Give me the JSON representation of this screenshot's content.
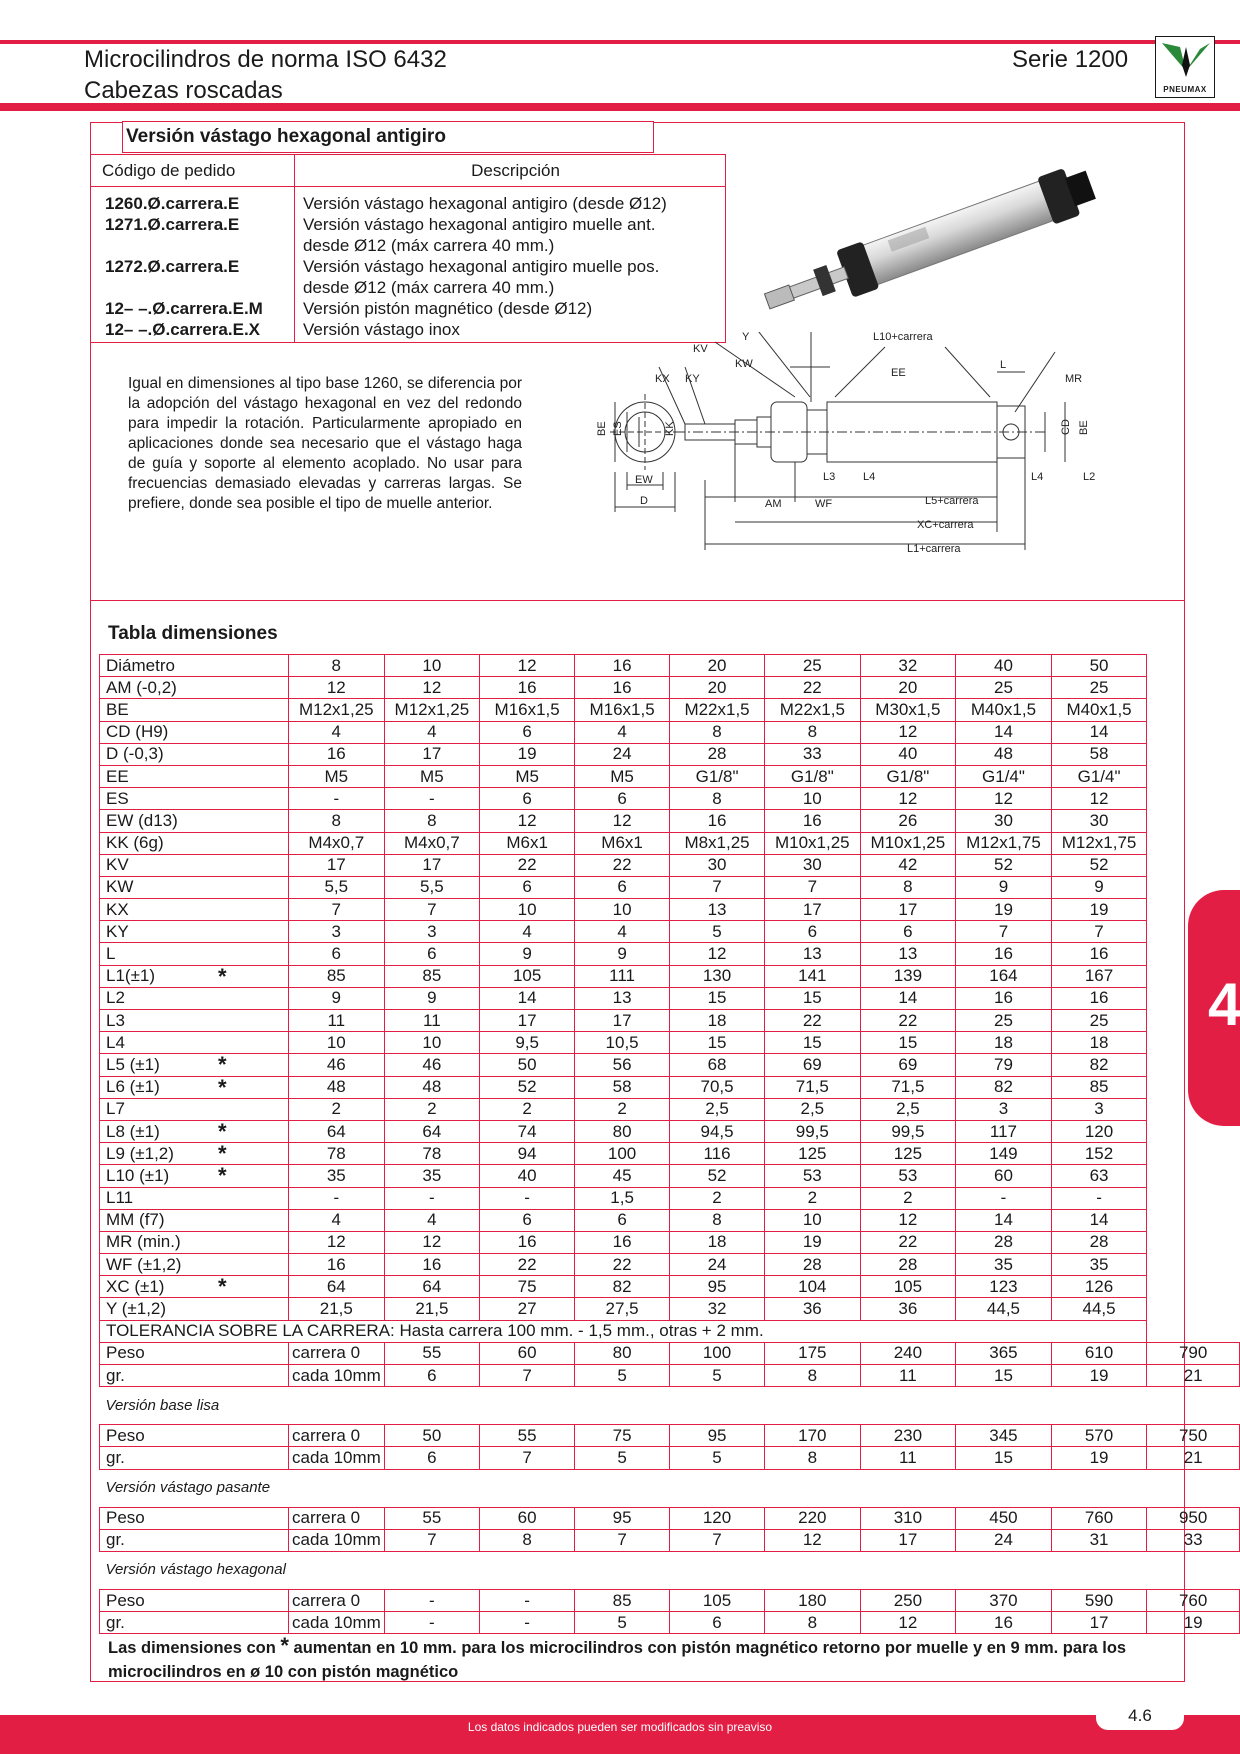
{
  "header": {
    "title_line1": "Microcilindros de norma ISO 6432",
    "title_line2": "Cabezas roscadas",
    "serie": "Serie 1200",
    "logo_text": "PNEUMAX"
  },
  "version_title": "Versión vástago hexagonal antigiro",
  "order_table": {
    "col_code": "Código de pedido",
    "col_desc": "Descripción",
    "rows": [
      {
        "code": "1260.Ø.carrera.E",
        "desc": "Versión vástago hexagonal antigiro (desde Ø12)"
      },
      {
        "code": "1271.Ø.carrera.E",
        "desc": "Versión vástago hexagonal antigiro muelle ant. desde Ø12 (máx carrera 40 mm.)"
      },
      {
        "code": "1272.Ø.carrera.E",
        "desc": "Versión vástago hexagonal antigiro muelle pos. desde Ø12 (máx carrera 40 mm.)"
      },
      {
        "code": "12– –.Ø.carrera.E.M",
        "desc": "Versión pistón magnético (desde Ø12)"
      },
      {
        "code": "12– –.Ø.carrera.E.X",
        "desc": "Versión vástago inox"
      }
    ]
  },
  "description_text": "Igual en dimensiones al tipo base 1260, se diferencia por la adopción del vástago hexagonal en vez del redondo para impedir la rotación. Particularmente apropiado en aplicaciones donde sea necesario que el vástago haga de guía y soporte al elemento acoplado. No usar para frecuencias demasiado elevadas y carreras largas. Se prefiere, donde sea posible el tipo de muelle anterior.",
  "drawing_labels": {
    "kv": "KV",
    "y": "Y",
    "l10": "L10+carrera",
    "kw": "KW",
    "ee": "EE",
    "l": "L",
    "kx": "KX",
    "ky": "KY",
    "mr": "MR",
    "be": "BE",
    "es": "ES",
    "kk": "KK",
    "cd": "CD",
    "be2": "BE",
    "ew": "EW",
    "d": "D",
    "l3": "L3",
    "l4": "L4",
    "l4b": "L4",
    "l2": "L2",
    "am": "AM",
    "wf": "WF",
    "l5": "L5+carrera",
    "xc": "XC+carrera",
    "l1": "L1+carrera"
  },
  "dims_title": "Tabla dimensiones",
  "star_symbol": "*",
  "dims_rows": [
    {
      "label": "Diámetro",
      "star": false,
      "values": [
        "8",
        "10",
        "12",
        "16",
        "20",
        "25",
        "32",
        "40",
        "50"
      ]
    },
    {
      "label": "AM (-0,2)",
      "star": false,
      "values": [
        "12",
        "12",
        "16",
        "16",
        "20",
        "22",
        "20",
        "25",
        "25"
      ]
    },
    {
      "label": "BE",
      "star": false,
      "values": [
        "M12x1,25",
        "M12x1,25",
        "M16x1,5",
        "M16x1,5",
        "M22x1,5",
        "M22x1,5",
        "M30x1,5",
        "M40x1,5",
        "M40x1,5"
      ]
    },
    {
      "label": "CD (H9)",
      "star": false,
      "values": [
        "4",
        "4",
        "6",
        "4",
        "8",
        "8",
        "12",
        "14",
        "14"
      ]
    },
    {
      "label": "D (-0,3)",
      "star": false,
      "values": [
        "16",
        "17",
        "19",
        "24",
        "28",
        "33",
        "40",
        "48",
        "58"
      ]
    },
    {
      "label": "EE",
      "star": false,
      "values": [
        "M5",
        "M5",
        "M5",
        "M5",
        "G1/8\"",
        "G1/8\"",
        "G1/8\"",
        "G1/4\"",
        "G1/4\""
      ]
    },
    {
      "label": "ES",
      "star": false,
      "values": [
        "-",
        "-",
        "6",
        "6",
        "8",
        "10",
        "12",
        "12",
        "12"
      ]
    },
    {
      "label": "EW (d13)",
      "star": false,
      "values": [
        "8",
        "8",
        "12",
        "12",
        "16",
        "16",
        "26",
        "30",
        "30"
      ]
    },
    {
      "label": "KK (6g)",
      "star": false,
      "values": [
        "M4x0,7",
        "M4x0,7",
        "M6x1",
        "M6x1",
        "M8x1,25",
        "M10x1,25",
        "M10x1,25",
        "M12x1,75",
        "M12x1,75"
      ]
    },
    {
      "label": "KV",
      "star": false,
      "values": [
        "17",
        "17",
        "22",
        "22",
        "30",
        "30",
        "42",
        "52",
        "52"
      ]
    },
    {
      "label": "KW",
      "star": false,
      "values": [
        "5,5",
        "5,5",
        "6",
        "6",
        "7",
        "7",
        "8",
        "9",
        "9"
      ]
    },
    {
      "label": "KX",
      "star": false,
      "values": [
        "7",
        "7",
        "10",
        "10",
        "13",
        "17",
        "17",
        "19",
        "19"
      ]
    },
    {
      "label": "KY",
      "star": false,
      "values": [
        "3",
        "3",
        "4",
        "4",
        "5",
        "6",
        "6",
        "7",
        "7"
      ]
    },
    {
      "label": "L",
      "star": false,
      "values": [
        "6",
        "6",
        "9",
        "9",
        "12",
        "13",
        "13",
        "16",
        "16"
      ]
    },
    {
      "label": "L1(±1)",
      "star": true,
      "values": [
        "85",
        "85",
        "105",
        "111",
        "130",
        "141",
        "139",
        "164",
        "167"
      ]
    },
    {
      "label": "L2",
      "star": false,
      "values": [
        "9",
        "9",
        "14",
        "13",
        "15",
        "15",
        "14",
        "16",
        "16"
      ]
    },
    {
      "label": "L3",
      "star": false,
      "values": [
        "11",
        "11",
        "17",
        "17",
        "18",
        "22",
        "22",
        "25",
        "25"
      ]
    },
    {
      "label": "L4",
      "star": false,
      "values": [
        "10",
        "10",
        "9,5",
        "10,5",
        "15",
        "15",
        "15",
        "18",
        "18"
      ]
    },
    {
      "label": "L5 (±1)",
      "star": true,
      "values": [
        "46",
        "46",
        "50",
        "56",
        "68",
        "69",
        "69",
        "79",
        "82"
      ]
    },
    {
      "label": "L6 (±1)",
      "star": true,
      "values": [
        "48",
        "48",
        "52",
        "58",
        "70,5",
        "71,5",
        "71,5",
        "82",
        "85"
      ]
    },
    {
      "label": "L7",
      "star": false,
      "values": [
        "2",
        "2",
        "2",
        "2",
        "2,5",
        "2,5",
        "2,5",
        "3",
        "3"
      ]
    },
    {
      "label": "L8 (±1)",
      "star": true,
      "values": [
        "64",
        "64",
        "74",
        "80",
        "94,5",
        "99,5",
        "99,5",
        "117",
        "120"
      ]
    },
    {
      "label": "L9 (±1,2)",
      "star": true,
      "values": [
        "78",
        "78",
        "94",
        "100",
        "116",
        "125",
        "125",
        "149",
        "152"
      ]
    },
    {
      "label": "L10 (±1)",
      "star": true,
      "values": [
        "35",
        "35",
        "40",
        "45",
        "52",
        "53",
        "53",
        "60",
        "63"
      ]
    },
    {
      "label": "L11",
      "star": false,
      "values": [
        "-",
        "-",
        "-",
        "1,5",
        "2",
        "2",
        "2",
        "-",
        "-"
      ]
    },
    {
      "label": "MM (f7)",
      "star": false,
      "values": [
        "4",
        "4",
        "6",
        "6",
        "8",
        "10",
        "12",
        "14",
        "14"
      ]
    },
    {
      "label": "MR (min.)",
      "star": false,
      "values": [
        "12",
        "12",
        "16",
        "16",
        "18",
        "19",
        "22",
        "28",
        "28"
      ]
    },
    {
      "label": "WF (±1,2)",
      "star": false,
      "values": [
        "16",
        "16",
        "22",
        "22",
        "24",
        "28",
        "28",
        "35",
        "35"
      ]
    },
    {
      "label": "XC (±1)",
      "star": true,
      "values": [
        "64",
        "64",
        "75",
        "82",
        "95",
        "104",
        "105",
        "123",
        "126"
      ]
    },
    {
      "label": "Y (±1,2)",
      "star": false,
      "values": [
        "21,5",
        "21,5",
        "27",
        "27,5",
        "32",
        "36",
        "36",
        "44,5",
        "44,5"
      ]
    }
  ],
  "tolerance_text": "TOLERANCIA SOBRE LA CARRERA: Hasta carrera 100 mm. - 1,5 mm., otras + 2 mm.",
  "weight_groups": [
    {
      "title": "",
      "rows": [
        {
          "l1": "Peso",
          "l2": "carrera 0",
          "values": [
            "55",
            "60",
            "80",
            "100",
            "175",
            "240",
            "365",
            "610",
            "790"
          ]
        },
        {
          "l1": "gr.",
          "l2": "cada 10mm",
          "values": [
            "6",
            "7",
            "5",
            "5",
            "8",
            "11",
            "15",
            "19",
            "21"
          ]
        }
      ]
    },
    {
      "title": "Versión base lisa",
      "rows": [
        {
          "l1": "Peso",
          "l2": "carrera 0",
          "values": [
            "50",
            "55",
            "75",
            "95",
            "170",
            "230",
            "345",
            "570",
            "750"
          ]
        },
        {
          "l1": "gr.",
          "l2": "cada 10mm",
          "values": [
            "6",
            "7",
            "5",
            "5",
            "8",
            "11",
            "15",
            "19",
            "21"
          ]
        }
      ]
    },
    {
      "title": "Versión vástago pasante",
      "rows": [
        {
          "l1": "Peso",
          "l2": "carrera 0",
          "values": [
            "55",
            "60",
            "95",
            "120",
            "220",
            "310",
            "450",
            "760",
            "950"
          ]
        },
        {
          "l1": "gr.",
          "l2": "cada 10mm",
          "values": [
            "7",
            "8",
            "7",
            "7",
            "12",
            "17",
            "24",
            "31",
            "33"
          ]
        }
      ]
    },
    {
      "title": "Versión vástago hexagonal",
      "rows": [
        {
          "l1": "Peso",
          "l2": "carrera 0",
          "values": [
            "-",
            "-",
            "85",
            "105",
            "180",
            "250",
            "370",
            "590",
            "760"
          ]
        },
        {
          "l1": "gr.",
          "l2": "cada 10mm",
          "values": [
            "-",
            "-",
            "5",
            "6",
            "8",
            "12",
            "16",
            "17",
            "19"
          ]
        }
      ]
    }
  ],
  "footnote_a": "Las dimensiones con",
  "footnote_b": "aumentan en 10 mm. para los microcilindros con pistón magnético retorno por muelle y en 9 mm. para los microcilindros en ø 10 con pistón magnético",
  "side_tab": "4",
  "footer_text": "Los datos indicados pueden ser modificados sin preaviso",
  "page_number": "4.6",
  "colors": {
    "accent": "#e31e45"
  }
}
